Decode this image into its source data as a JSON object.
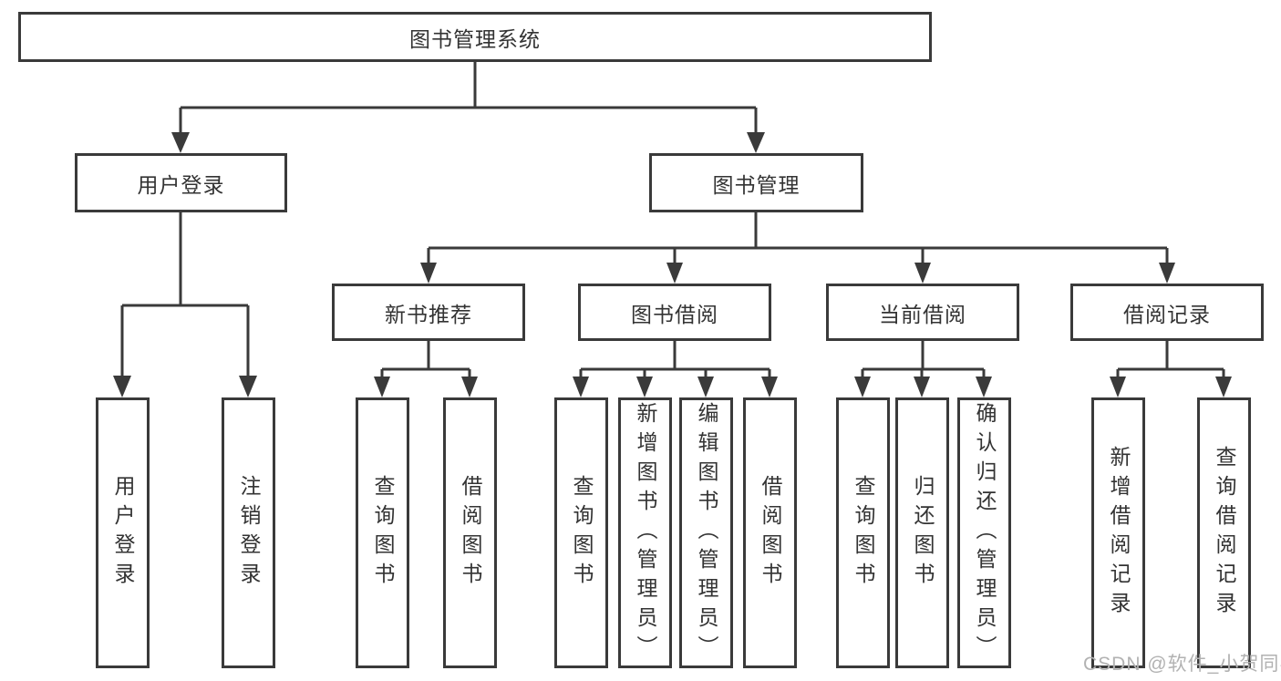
{
  "diagram": {
    "root": {
      "label": "图书管理系统"
    },
    "level2": {
      "user_login": {
        "label": "用户登录"
      },
      "book_mgmt": {
        "label": "图书管理"
      }
    },
    "level3": {
      "new_books": {
        "label": "新书推荐"
      },
      "book_borrow": {
        "label": "图书借阅"
      },
      "current_borrow": {
        "label": "当前借阅"
      },
      "borrow_records": {
        "label": "借阅记录"
      }
    },
    "leaves": {
      "user_login_leaf": {
        "label": "用户登录"
      },
      "logout": {
        "label": "注销登录"
      },
      "nb_query_books": {
        "label": "查询图书"
      },
      "nb_borrow_books": {
        "label": "借阅图书"
      },
      "bb_query_books": {
        "label": "查询图书"
      },
      "bb_add_books": {
        "label": "新增图书（管理员）"
      },
      "bb_edit_books": {
        "label": "编辑图书（管理员）"
      },
      "bb_borrow_books": {
        "label": "借阅图书"
      },
      "cb_query_books": {
        "label": "查询图书"
      },
      "cb_return_books": {
        "label": "归还图书"
      },
      "cb_confirm_return": {
        "label": "确认归还（管理员）"
      },
      "br_add_record": {
        "label": "新增借阅记录"
      },
      "br_query_record": {
        "label": "查询借阅记录"
      }
    }
  },
  "watermark": {
    "text": "CSDN @软件_小贺同学"
  },
  "colors": {
    "line": "#3a3a3a",
    "text": "#333333",
    "watermark": "#b2b2b2",
    "background": "#ffffff"
  }
}
